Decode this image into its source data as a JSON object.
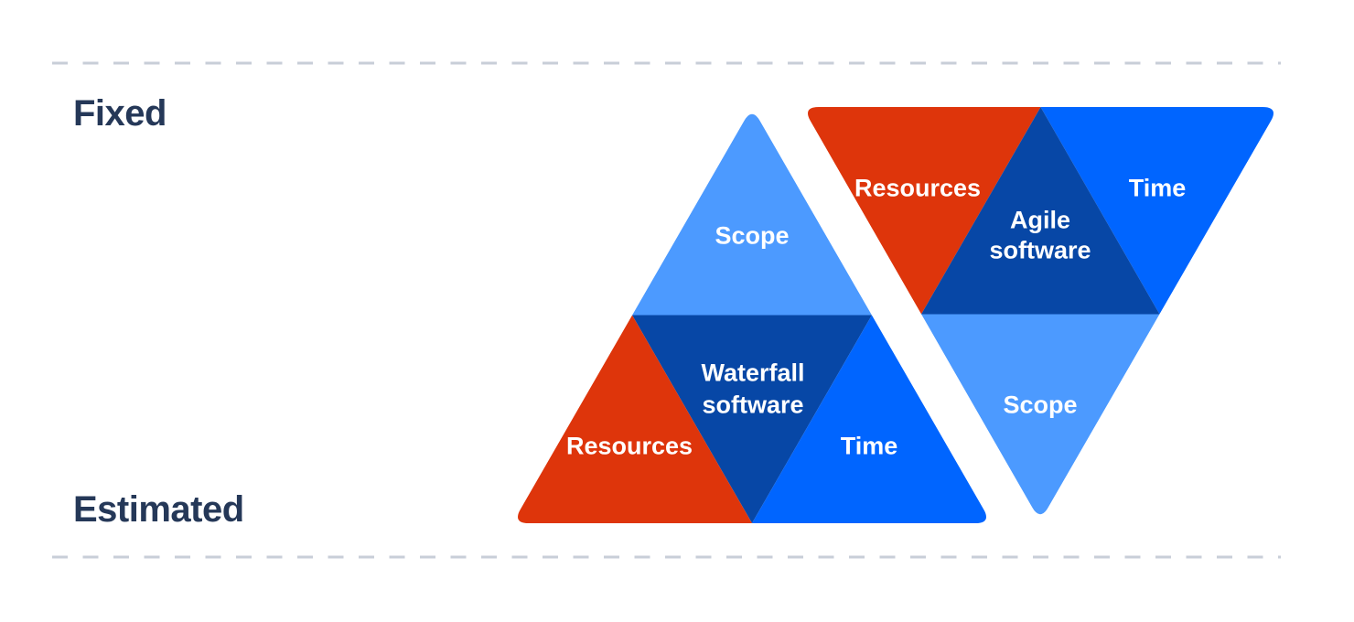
{
  "labels": {
    "fixed": "Fixed",
    "estimated": "Estimated"
  },
  "colors": {
    "red": "#DE350B",
    "bright_blue": "#0065FF",
    "light_blue": "#4C9AFF",
    "dark_blue": "#0747A6",
    "navy_text": "#253858",
    "dash_gray": "#C8CED8",
    "label_white": "#FFFFFF"
  },
  "waterfall": {
    "title_line1": "Waterfall",
    "title_line2": "software",
    "scope": "Scope",
    "resources": "Resources",
    "time": "Time"
  },
  "agile": {
    "title_line1": "Agile",
    "title_line2": "software",
    "scope": "Scope",
    "resources": "Resources",
    "time": "Time"
  }
}
